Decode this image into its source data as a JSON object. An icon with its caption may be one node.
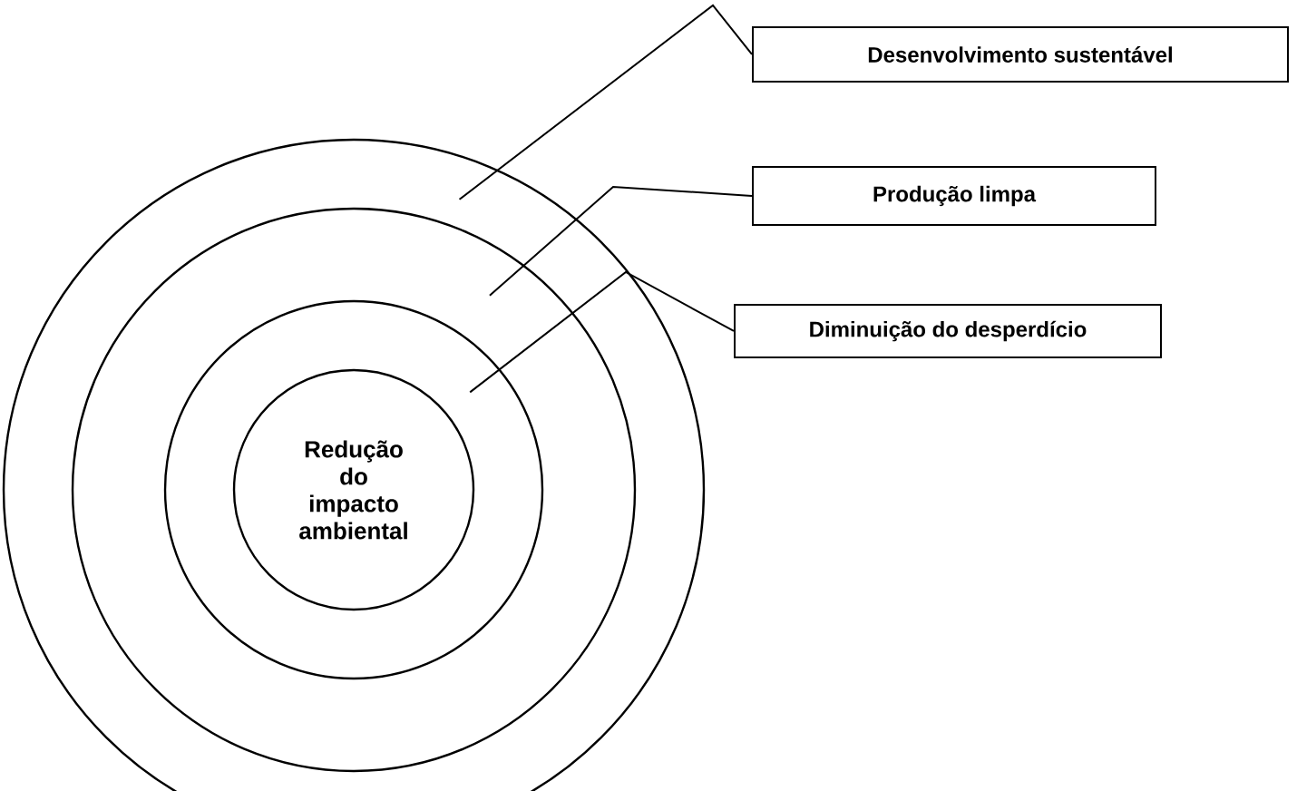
{
  "diagram": {
    "nodes": [
      {
        "text": [],
        "shape": "circle"
      },
      {
        "text": [],
        "shape": "circle",
        "in": 0
      },
      {
        "text": [],
        "shape": "circle",
        "in": 1
      },
      {
        "text": [
          "Redução do impacto ambiental"
        ],
        "in": 2
      },
      {
        "text": [
          "Desenvolvimento sustentável"
        ]
      },
      {
        "text": [
          "Produção limpa"
        ]
      },
      {
        "text": [
          "Diminuição do desperdício"
        ]
      }
    ],
    "edges": [
      {
        "from": 4,
        "to": 0,
        "arrow": "none"
      },
      {
        "from": 5,
        "to": 1,
        "arrow": "none"
      },
      {
        "from": 6,
        "to": 2,
        "arrow": "none"
      }
    ]
  }
}
